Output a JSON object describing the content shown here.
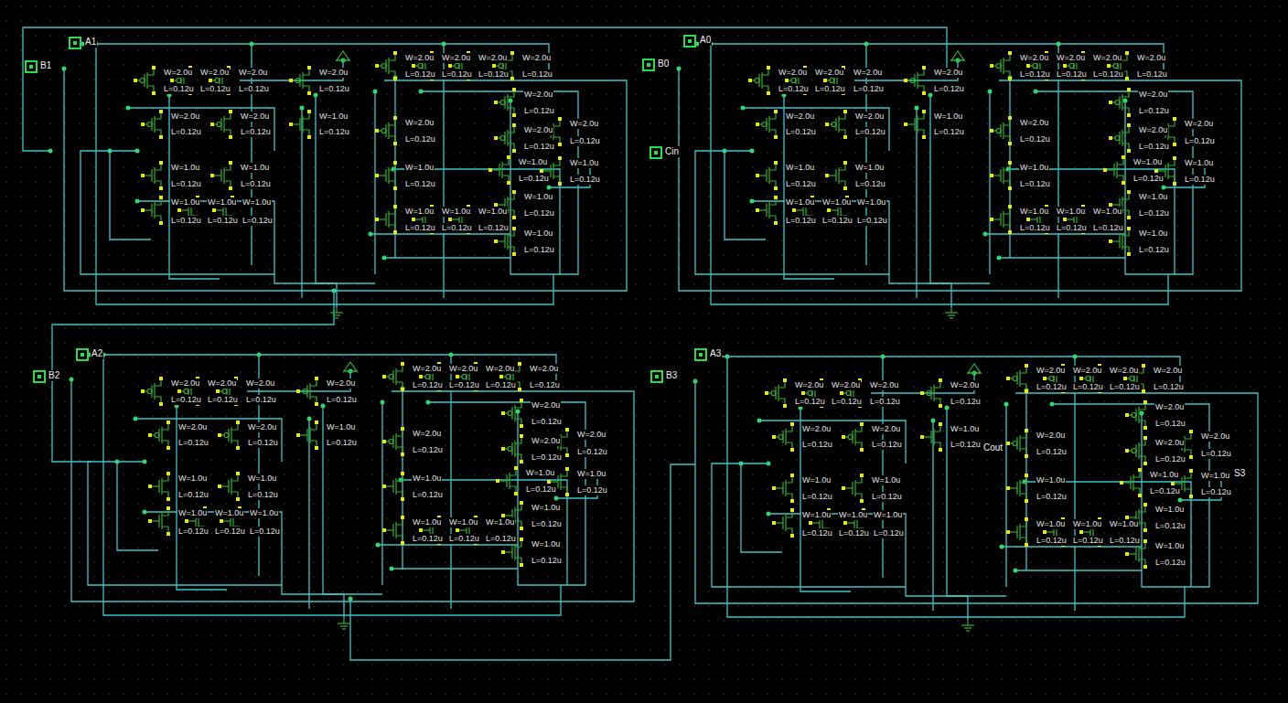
{
  "diagram": {
    "labels": [
      "A1",
      "B1",
      "W=2.0u",
      "W=2.0u",
      "W=2.0u",
      "L=0.12u",
      "L=0.12u",
      "L=0.12u",
      "W=2.0u",
      "W=2.0u",
      "L=0.12u",
      "L=0.12u",
      "W=1.0u",
      "W=1.0u",
      "L=0.12u",
      "L=0.12u",
      "W=1.0u",
      "W=1.0u",
      "W=1.0u",
      "L=0.12u",
      "L=0.12u",
      "L=0.12u",
      "W=2.0u",
      "L=0.12u",
      "W=1.0u",
      "L=0.12u",
      "W=2.0u",
      "W=2.0u",
      "W=2.0u",
      "W=2.0u",
      "L=0.12u",
      "L=0.12u",
      "L=0.12u",
      "L=0.12u",
      "W=2.0u",
      "L=0.12u",
      "W=1.0u",
      "L=0.12u",
      "W=2.0u",
      "L=0.12u",
      "W=2.0u",
      "L=0.12u",
      "W=1.0u",
      "L=0.12u",
      "W=1.0u",
      "W=1.0u",
      "W=1.0u",
      "L=0.12u",
      "L=0.12u",
      "L=0.12u",
      "W=1.0u",
      "L=0.12u",
      "W=1.0u",
      "L=0.12u",
      "W=2.0u",
      "L=0.12u",
      "W=1.0u",
      "L=0.12u",
      "A0",
      "B0",
      "Cin",
      "W=2.0u",
      "W=2.0u",
      "W=2.0u",
      "L=0.12u",
      "L=0.12u",
      "L=0.12u",
      "W=2.0u",
      "W=2.0u",
      "L=0.12u",
      "L=0.12u",
      "W=1.0u",
      "W=1.0u",
      "L=0.12u",
      "L=0.12u",
      "W=1.0u",
      "W=1.0u",
      "W=1.0u",
      "L=0.12u",
      "L=0.12u",
      "L=0.12u",
      "W=2.0u",
      "L=0.12u",
      "W=1.0u",
      "L=0.12u",
      "W=2.0u",
      "W=2.0u",
      "W=2.0u",
      "W=2.0u",
      "L=0.12u",
      "L=0.12u",
      "L=0.12u",
      "L=0.12u",
      "W=2.0u",
      "L=0.12u",
      "W=1.0u",
      "L=0.12u",
      "W=2.0u",
      "L=0.12u",
      "W=2.0u",
      "L=0.12u",
      "W=1.0u",
      "L=0.12u",
      "W=1.0u",
      "W=1.0u",
      "W=1.0u",
      "L=0.12u",
      "L=0.12u",
      "L=0.12u",
      "W=1.0u",
      "L=0.12u",
      "W=1.0u",
      "L=0.12u",
      "W=2.0u",
      "L=0.12u",
      "W=1.0u",
      "L=0.12u",
      "A2",
      "B2",
      "W=2.0u",
      "W=2.0u",
      "W=2.0u",
      "L=0.12u",
      "L=0.12u",
      "L=0.12u",
      "W=2.0u",
      "W=2.0u",
      "L=0.12u",
      "L=0.12u",
      "W=1.0u",
      "W=1.0u",
      "L=0.12u",
      "L=0.12u",
      "W=1.0u",
      "W=1.0u",
      "W=1.0u",
      "L=0.12u",
      "L=0.12u",
      "L=0.12u",
      "W=2.0u",
      "L=0.12u",
      "W=1.0u",
      "L=0.12u",
      "W=2.0u",
      "W=2.0u",
      "W=2.0u",
      "W=2.0u",
      "L=0.12u",
      "L=0.12u",
      "L=0.12u",
      "L=0.12u",
      "W=2.0u",
      "L=0.12u",
      "W=1.0u",
      "L=0.12u",
      "W=2.0u",
      "L=0.12u",
      "W=2.0u",
      "L=0.12u",
      "W=1.0u",
      "L=0.12u",
      "W=1.0u",
      "W=1.0u",
      "W=1.0u",
      "L=0.12u",
      "L=0.12u",
      "L=0.12u",
      "W=1.0u",
      "L=0.12u",
      "W=1.0u",
      "L=0.12u",
      "W=2.0u",
      "L=0.12u",
      "W=1.0u",
      "L=0.12u",
      "A3",
      "B3",
      "Cout",
      "S3",
      "W=2.0u",
      "W=2.0u",
      "W=2.0u",
      "L=0.12u",
      "L=0.12u",
      "L=0.12u",
      "W=2.0u",
      "W=2.0u",
      "L=0.12u",
      "L=0.12u",
      "W=1.0u",
      "W=1.0u",
      "L=0.12u",
      "L=0.12u",
      "W=1.0u",
      "W=1.0u",
      "W=1.0u",
      "L=0.12u",
      "L=0.12u",
      "L=0.12u",
      "W=2.0u",
      "L=0.12u",
      "W=1.0u",
      "L=0.12u",
      "W=2.0u",
      "W=2.0u",
      "W=2.0u",
      "W=2.0u",
      "L=0.12u",
      "L=0.12u",
      "L=0.12u",
      "L=0.12u",
      "W=2.0u",
      "L=0.12u",
      "W=1.0u",
      "L=0.12u",
      "W=2.0u",
      "L=0.12u",
      "W=2.0u",
      "L=0.12u",
      "W=1.0u",
      "L=0.12u",
      "W=1.0u",
      "W=1.0u",
      "W=1.0u",
      "L=0.12u",
      "L=0.12u",
      "L=0.12u",
      "W=1.0u",
      "L=0.12u",
      "W=1.0u",
      "L=0.12u",
      "W=2.0u",
      "L=0.12u",
      "W=1.0u",
      "L=0.12u"
    ]
  }
}
